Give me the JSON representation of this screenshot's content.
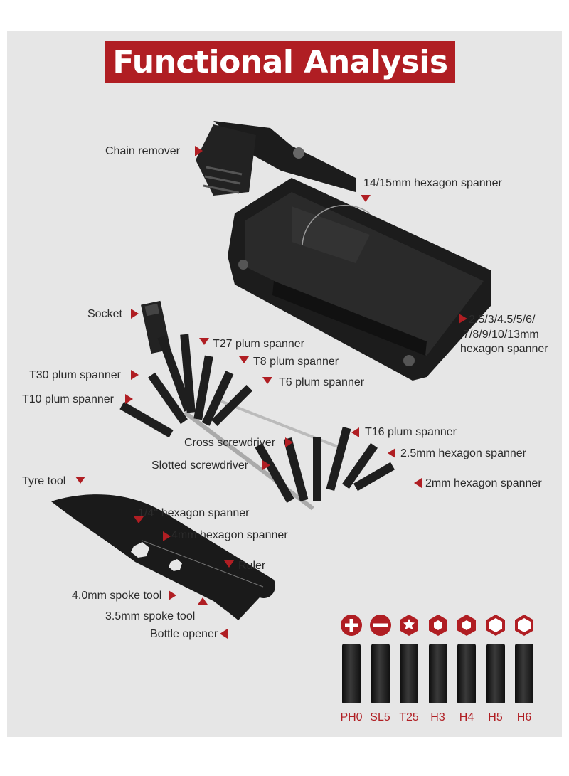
{
  "banner": {
    "title": "Functional Analysis"
  },
  "colors": {
    "accent": "#b01e23",
    "panel": "#e6e6e6",
    "tool": "#1a1a1a"
  },
  "labels": {
    "chain_remover": "Chain remover",
    "hex_14_15": "14/15mm hexagon spanner",
    "hex_multi_line1": "2.5/3/4.5/5/6/",
    "hex_multi_line2": "7/8/9/10/13mm",
    "hex_multi_line3": "hexagon spanner",
    "socket": "Socket",
    "t27": "T27 plum spanner",
    "t8": "T8 plum spanner",
    "t30": "T30 plum spanner",
    "t6": "T6 plum spanner",
    "t10": "T10 plum spanner",
    "t16": "T16 plum spanner",
    "cross": "Cross screwdriver",
    "hex_2_5": "2.5mm hexagon spanner",
    "slotted": "Slotted screwdriver",
    "hex_2": "2mm hexagon spanner",
    "tyre_tool": "Tyre tool",
    "hex_1_4": "1/4'' hexagon spanner",
    "hex_4": "4mm hexagon spanner",
    "ruler": "Ruler",
    "spoke_4": "4.0mm spoke tool",
    "spoke_3_5": "3.5mm spoke tool",
    "bottle": "Bottle opener"
  },
  "bits": [
    {
      "label": "PH0",
      "icon": "phillips-icon"
    },
    {
      "label": "SL5",
      "icon": "slotted-icon"
    },
    {
      "label": "T25",
      "icon": "torx-icon"
    },
    {
      "label": "H3",
      "icon": "hex-icon"
    },
    {
      "label": "H4",
      "icon": "hex-icon"
    },
    {
      "label": "H5",
      "icon": "hex-outline-icon"
    },
    {
      "label": "H6",
      "icon": "hex-outline-icon"
    }
  ]
}
